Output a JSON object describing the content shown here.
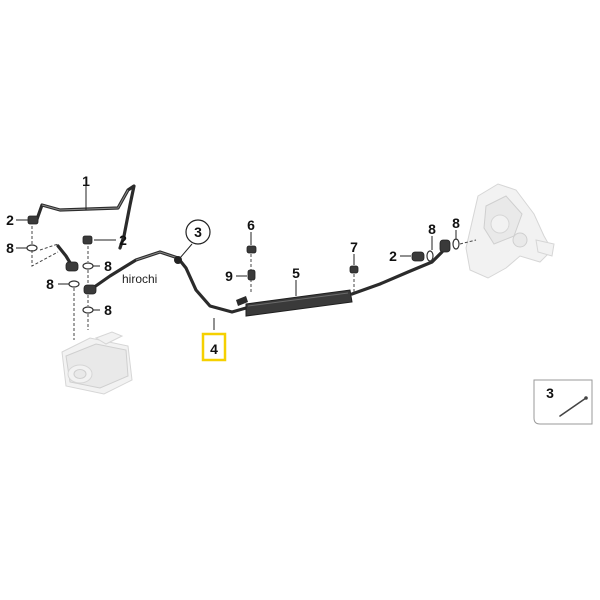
{
  "watermark": "hirochi",
  "highlight_color": "#f5d000",
  "part_labels": {
    "p1": "1",
    "p2a": "2",
    "p2b": "2",
    "p2c": "2",
    "p3": "3",
    "p4": "4",
    "p5": "5",
    "p6": "6",
    "p7": "7",
    "p8a": "8",
    "p8b": "8",
    "p8c": "8",
    "p8d": "8",
    "p8e": "8",
    "p8f": "8",
    "p9": "9"
  },
  "inset": {
    "label": "3"
  }
}
